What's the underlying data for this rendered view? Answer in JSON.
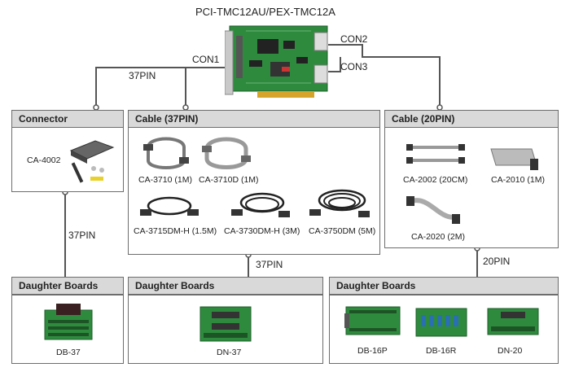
{
  "card": {
    "title": "PCI-TMC12AU/PEX-TMC12A"
  },
  "connectors": {
    "con1": "CON1",
    "con2": "CON2",
    "con3": "CON3"
  },
  "pins": {
    "top_37": "37PIN",
    "left_37": "37PIN",
    "mid_37": "37PIN",
    "right_20": "20PIN"
  },
  "panels": {
    "connector": {
      "title": "Connector",
      "items": [
        "CA-4002"
      ]
    },
    "cable37": {
      "title": "Cable (37PIN)",
      "items": [
        "CA-3710 (1M)",
        "CA-3710D (1M)",
        "CA-3715DM-H (1.5M)",
        "CA-3730DM-H (3M)",
        "CA-3750DM (5M)"
      ]
    },
    "cable20": {
      "title": "Cable (20PIN)",
      "items": [
        "CA-2002 (20CM)",
        "CA-2010 (1M)",
        "CA-2020 (2M)"
      ]
    },
    "db_left": {
      "title": "Daughter Boards",
      "items": [
        "DB-37"
      ]
    },
    "db_mid": {
      "title": "Daughter Boards",
      "items": [
        "DN-37"
      ]
    },
    "db_right": {
      "title": "Daughter Boards",
      "items": [
        "DB-16P",
        "DB-16R",
        "DN-20"
      ]
    }
  },
  "colors": {
    "panel_header": "#d9d9d9",
    "pcb_green": "#2e8b3e",
    "wire": "#555555"
  }
}
